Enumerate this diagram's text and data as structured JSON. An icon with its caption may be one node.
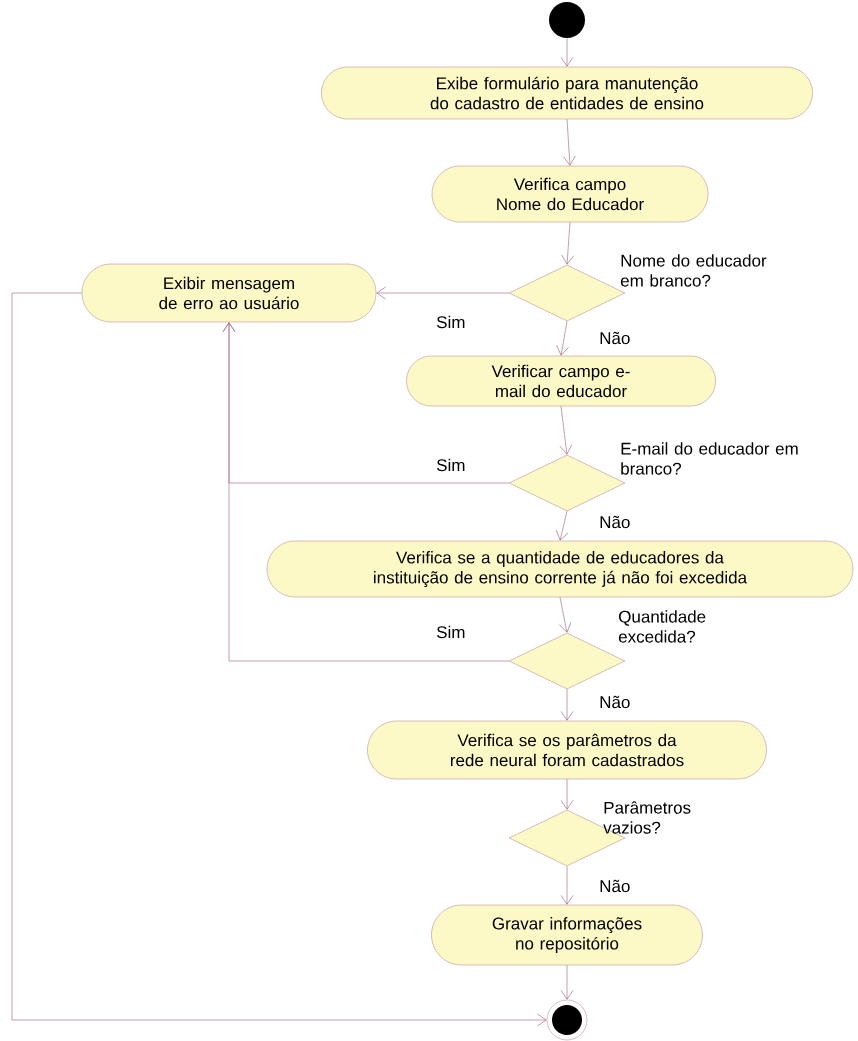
{
  "diagram": {
    "nodes": [
      {
        "text": [],
        "shape": "circle"
      },
      {
        "text": [
          "Exibe formulário para manutenção do cadastro de entidades de ensino"
        ]
      },
      {
        "text": [
          "Verifica campo Nome do Educador"
        ]
      },
      {
        "text": [],
        "shape": "diamond",
        "beside": [
          "Nome do educador em branco?"
        ]
      },
      {
        "text": [
          "Exibir mensagem de erro ao usuário"
        ]
      },
      {
        "text": [
          "Verificar campo e-mail do educador"
        ]
      },
      {
        "text": [],
        "shape": "diamond",
        "beside": [
          "E-mail do educador em branco?"
        ]
      },
      {
        "text": [
          "Verifica se a quantidade de educadores da instituição de ensino corrente já não foi excedida"
        ]
      },
      {
        "text": [],
        "shape": "diamond",
        "beside": [
          "Quantidade excedida?"
        ]
      },
      {
        "text": [
          "Verifica se os parâmetros da rede neural foram cadastrados"
        ]
      },
      {
        "text": [],
        "shape": "diamond",
        "beside": [
          "Parâmetros vazios?"
        ]
      },
      {
        "text": [
          "Gravar informações no repositório"
        ]
      },
      {
        "text": [],
        "shape": "circle"
      }
    ],
    "edges": [
      {
        "from": 0,
        "to": 1,
        "arrow": "to"
      },
      {
        "from": 1,
        "to": 2,
        "arrow": "to"
      },
      {
        "from": 2,
        "to": 3,
        "arrow": "to"
      },
      {
        "from": 3,
        "to": 4,
        "arrow": "to",
        "label": "Sim"
      },
      {
        "from": 3,
        "to": 5,
        "arrow": "to",
        "label": "Não"
      },
      {
        "from": 5,
        "to": 6,
        "arrow": "to"
      },
      {
        "from": 6,
        "to": 4,
        "arrow": "to",
        "label": "Sim"
      },
      {
        "from": 6,
        "to": 7,
        "arrow": "to",
        "label": "Não"
      },
      {
        "from": 7,
        "to": 8,
        "arrow": "to"
      },
      {
        "from": 8,
        "to": 4,
        "arrow": "to",
        "label": "Sim"
      },
      {
        "from": 8,
        "to": 9,
        "arrow": "to",
        "label": "Não"
      },
      {
        "from": 9,
        "to": 10,
        "arrow": "to"
      },
      {
        "from": 10,
        "to": 11,
        "arrow": "to",
        "label": "Não"
      },
      {
        "from": 11,
        "to": 12,
        "arrow": "to"
      },
      {
        "from": 4,
        "to": 12,
        "arrow": "to"
      }
    ]
  }
}
